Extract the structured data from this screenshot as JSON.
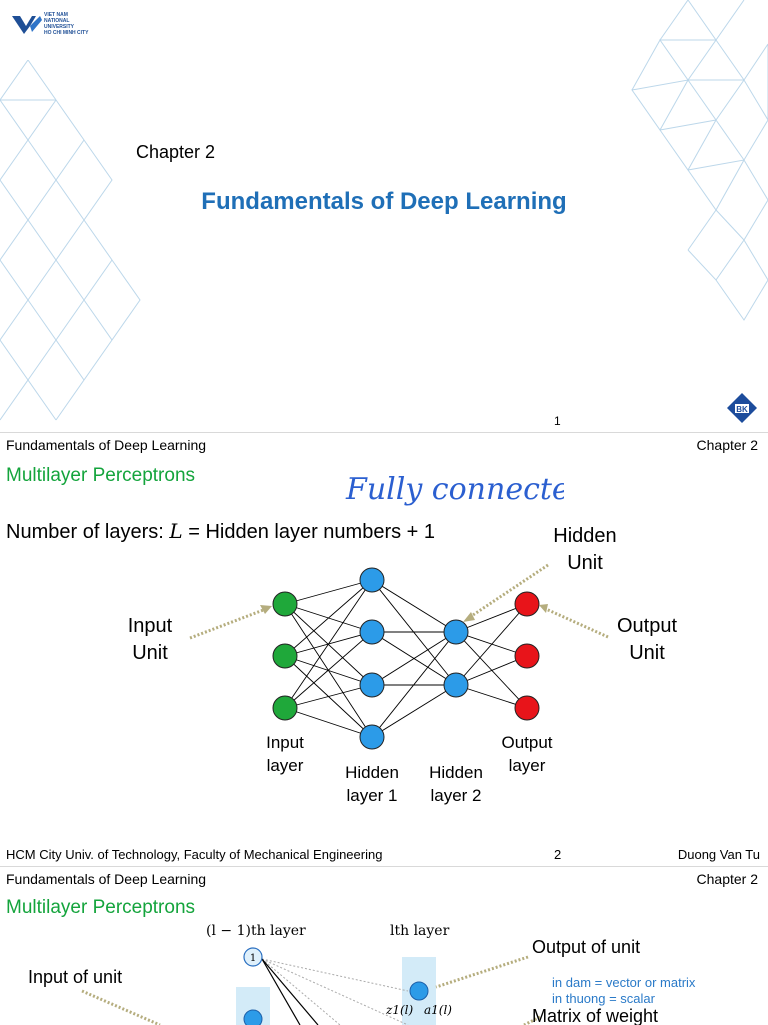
{
  "slide1": {
    "logo_lines": [
      "VIET NAM",
      "NATIONAL",
      "UNIVERSITY",
      "HO CHI MINH CITY"
    ],
    "chapter": "Chapter 2",
    "title": "Fundamentals of Deep Learning",
    "page": "1",
    "bk_logo_text": "BK"
  },
  "slide2": {
    "header_left": "Fundamentals of Deep Learning",
    "header_right": "Chapter 2",
    "section_title": "Multilayer Perceptrons",
    "handwritten_note": "Fully connected",
    "layers_text_prefix": "Number of layers: ",
    "layers_symbol": "L",
    "layers_text_suffix": " = Hidden layer numbers + 1",
    "labels": {
      "input_unit": [
        "Input",
        "Unit"
      ],
      "hidden_unit": [
        "Hidden",
        "Unit"
      ],
      "output_unit": [
        "Output",
        "Unit"
      ],
      "input_layer": [
        "Input",
        "layer"
      ],
      "hidden_layer_1": [
        "Hidden",
        "layer 1"
      ],
      "hidden_layer_2": [
        "Hidden",
        "layer 2"
      ],
      "output_layer": [
        "Output",
        "layer"
      ]
    },
    "footer_left": "HCM City Univ. of Technology, Faculty of Mechanical Engineering",
    "page": "2",
    "footer_right": "Duong Van Tu",
    "colors": {
      "input": "#1fa83a",
      "hidden": "#2c9be8",
      "output": "#e8141a",
      "arrow": "#b5ad7e"
    }
  },
  "slide3": {
    "header_left": "Fundamentals of Deep Learning",
    "header_right": "Chapter 2",
    "section_title": "Multilayer Perceptrons",
    "prev_layer_label": "(l − 1)th layer",
    "cur_layer_label": "lth layer",
    "input_of_unit": "Input of unit",
    "output_of_unit": "Output of unit",
    "note_lines": [
      "in dam = vector or matrix",
      "in thuong = scalar"
    ],
    "matrix_of_weight": "Matrix of weight",
    "node_label": "1",
    "z_label": "z1(l)",
    "a_label": "a1(l)"
  }
}
